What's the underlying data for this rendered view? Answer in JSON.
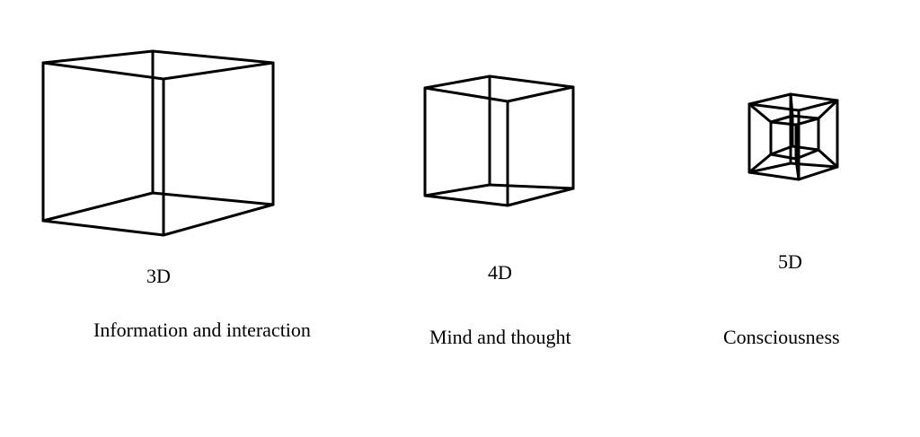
{
  "colors": {
    "background": "#ffffff",
    "stroke": "#000000"
  },
  "figures": [
    {
      "dimension_label": "3D",
      "caption": "Information and interaction",
      "shape": "wireframe cube"
    },
    {
      "dimension_label": "4D",
      "caption": "Mind and thought",
      "shape": "wireframe cube"
    },
    {
      "dimension_label": "5D",
      "caption": "Consciousness",
      "shape": "tesseract (cube within cube)"
    }
  ]
}
